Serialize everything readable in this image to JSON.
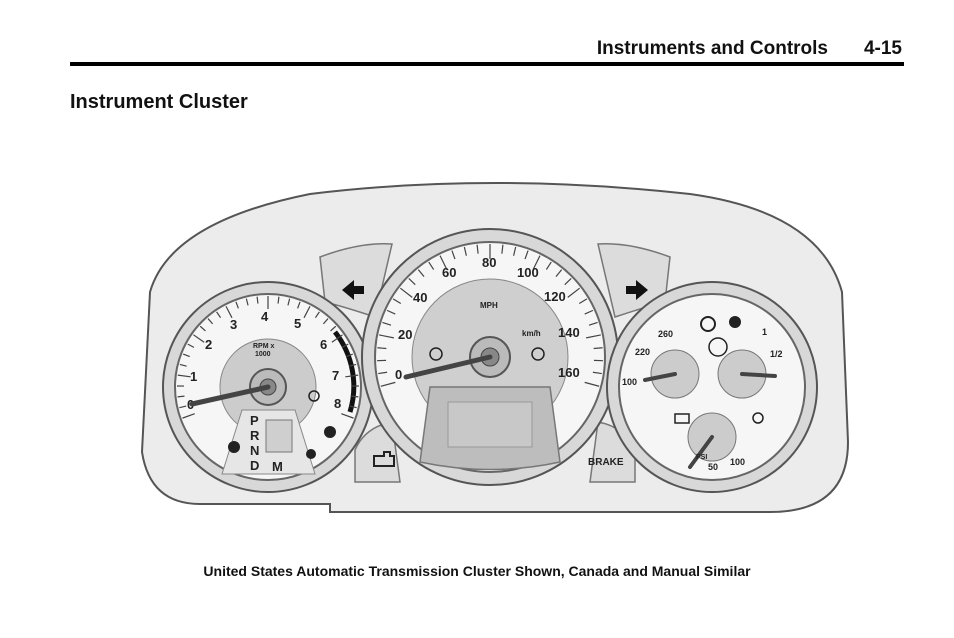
{
  "header": {
    "section": "Instruments and Controls",
    "page_number": "4-15"
  },
  "title": "Instrument Cluster",
  "caption": "United States Automatic Transmission Cluster Shown, Canada and Manual Similar",
  "cluster": {
    "tachometer": {
      "ticks": [
        "0",
        "1",
        "2",
        "3",
        "4",
        "5",
        "6",
        "7",
        "8"
      ],
      "unit_label_1": "RPM x",
      "unit_label_2": "1000",
      "gear_letters": [
        "P",
        "R",
        "N",
        "D"
      ],
      "manual_letter": "M"
    },
    "speedometer": {
      "ticks": [
        "0",
        "20",
        "40",
        "60",
        "80",
        "100",
        "120",
        "140",
        "160"
      ],
      "unit_mph": "MPH",
      "unit_kmh": "km/h",
      "brake_label": "BRAKE"
    },
    "right_gauges": {
      "temp_ticks": [
        "100",
        "220",
        "260"
      ],
      "fuel_ticks": [
        "1/2",
        "1"
      ],
      "pressure_ticks": [
        "50",
        "100"
      ],
      "pressure_unit": "PSI"
    }
  }
}
